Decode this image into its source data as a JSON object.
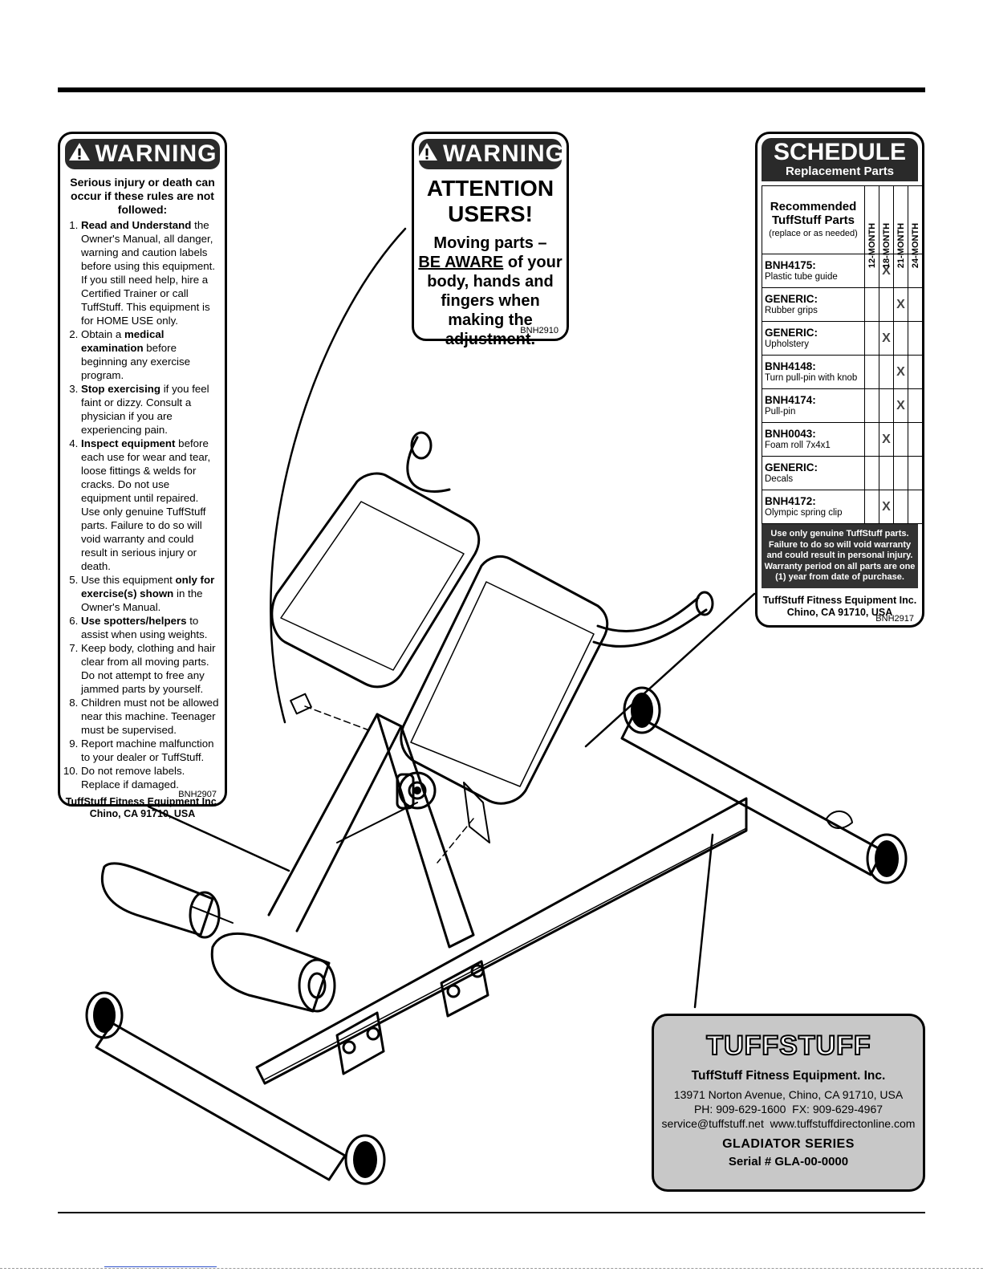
{
  "warning_left": {
    "header": "WARNING",
    "intro": "Serious injury or death can occur if these rules are not followed:",
    "rules": [
      {
        "pre": "",
        "b": "Read and Understand",
        "post": " the Owner's Manual, all danger, warning and caution labels before using this equipment. If you still need help, hire a Certified Trainer or call TuffStuff. This equipment is for HOME USE only."
      },
      {
        "pre": "Obtain a ",
        "b": "medical examination",
        "post": " before beginning any exercise program."
      },
      {
        "pre": "",
        "b": "Stop exercising",
        "post": " if you feel faint or dizzy. Consult a physician if you are experiencing pain."
      },
      {
        "pre": "",
        "b": "Inspect equipment",
        "post": " before each use for wear and tear, loose fittings & welds for cracks. Do not use equipment until repaired. Use only genuine TuffStuff parts. Failure to do so will void warranty and could result in serious injury or death."
      },
      {
        "pre": "Use this equipment ",
        "b": "only for exercise(s) shown",
        "post": " in the Owner's Manual."
      },
      {
        "pre": "",
        "b": "Use spotters/helpers",
        "post": " to assist when using weights."
      },
      {
        "pre": "Keep body, clothing and hair clear from all moving parts. Do not attempt to free any jammed parts by yourself.",
        "b": "",
        "post": ""
      },
      {
        "pre": "Children must not be allowed near this machine. Teenager must be supervised.",
        "b": "",
        "post": ""
      },
      {
        "pre": "Report machine malfunction to your dealer or TuffStuff.",
        "b": "",
        "post": ""
      },
      {
        "pre": "Do not remove labels. Replace if damaged.",
        "b": "",
        "post": ""
      }
    ],
    "company_line1": "TuffStuff Fitness Equipment Inc.",
    "company_line2": "Chino, CA 91710, USA",
    "code": "BNH2907"
  },
  "warning_center": {
    "header": "WARNING",
    "attention": "ATTENTION USERS!",
    "msg_1": "Moving parts –",
    "msg_underline": "BE AWARE",
    "msg_2": " of your body, hands and fingers when making the adjustment.",
    "code": "BNH2910"
  },
  "schedule": {
    "title": "SCHEDULE",
    "subtitle": "Replacement Parts",
    "rec_title": "Recommended TuffStuff Parts",
    "rec_note": "(replace or as needed)",
    "months": [
      "12-MONTH",
      "18-MONTH",
      "21-MONTH",
      "24-MONTH"
    ],
    "parts": [
      {
        "code": "BNH4175:",
        "desc": "Plastic tube guide",
        "marks": [
          "",
          "X",
          "",
          ""
        ]
      },
      {
        "code": "GENERIC:",
        "desc": "Rubber grips",
        "marks": [
          "",
          "",
          "X",
          ""
        ]
      },
      {
        "code": "GENERIC:",
        "desc": "Upholstery",
        "marks": [
          "",
          "X",
          "",
          ""
        ]
      },
      {
        "code": "BNH4148:",
        "desc": "Turn pull-pin with knob",
        "marks": [
          "",
          "",
          "X",
          ""
        ]
      },
      {
        "code": "BNH4174:",
        "desc": "Pull-pin",
        "marks": [
          "",
          "",
          "X",
          ""
        ]
      },
      {
        "code": "BNH0043:",
        "desc": "Foam roll 7x4x1",
        "marks": [
          "",
          "X",
          "",
          ""
        ]
      },
      {
        "code": "GENERIC:",
        "desc": "Decals",
        "marks": [
          "",
          "",
          "",
          ""
        ]
      },
      {
        "code": "BNH4172:",
        "desc": "Olympic spring clip",
        "marks": [
          "",
          "X",
          "",
          ""
        ]
      }
    ],
    "notice": "Use only genuine TuffStuff parts. Failure to do so will void warranty and could result in personal injury. Warranty period on all parts are one (1) year from date of purchase.",
    "company_line1": "TuffStuff Fitness Equipment Inc.",
    "company_line2": "Chino, CA 91710, USA",
    "code": "BNH2917"
  },
  "plate": {
    "logo": "TUFFSTUFF",
    "company": "TuffStuff Fitness Equipment. Inc.",
    "address": "13971 Norton Avenue, Chino, CA 91710, USA",
    "phone": "PH: 909-629-1600  FX: 909-629-4967",
    "web": "service@tuffstuff.net  www.tuffstuffdirectonline.com",
    "series": "GLADIATOR SERIES",
    "serial": "Serial # GLA-00-0000"
  }
}
